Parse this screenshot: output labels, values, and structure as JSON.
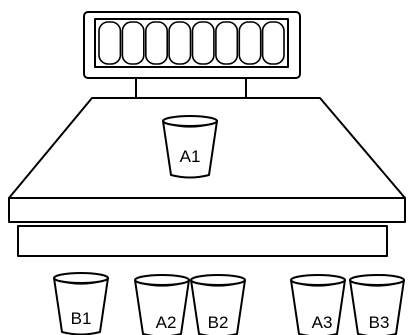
{
  "colors": {
    "outline": "#000000",
    "fill": "#ffffff"
  },
  "scale": {
    "display_digit_count": 8
  },
  "cups": {
    "a1": {
      "label": "A1"
    },
    "b1": {
      "label": "B1"
    },
    "a2": {
      "label": "A2"
    },
    "b2": {
      "label": "B2"
    },
    "a3": {
      "label": "A3"
    },
    "b3": {
      "label": "B3"
    }
  }
}
